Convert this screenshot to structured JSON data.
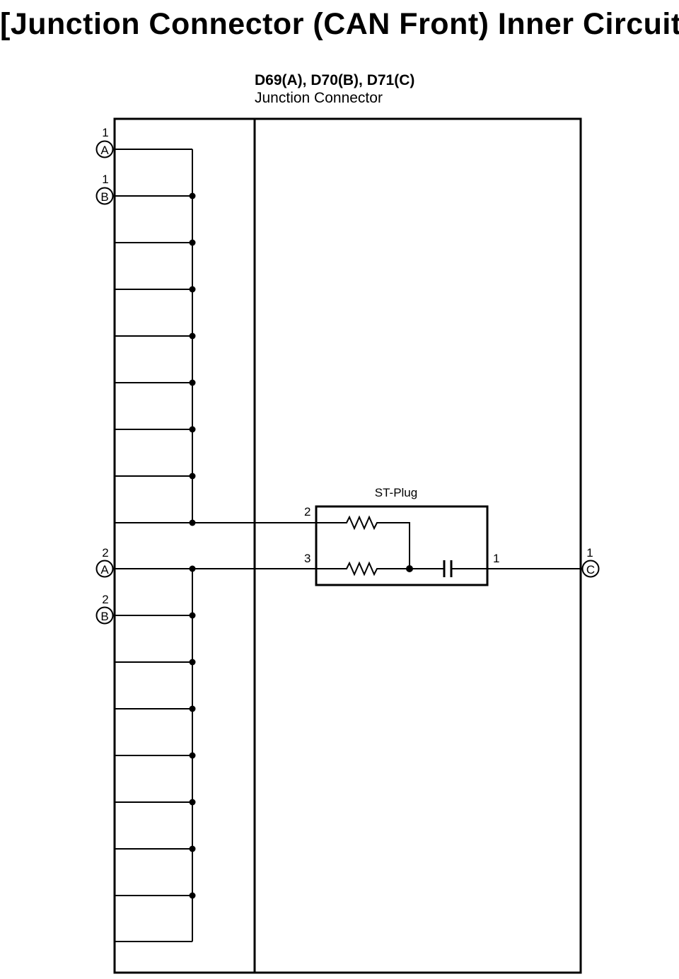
{
  "title": "[Junction Connector (CAN Front) Inner Circuit]",
  "connector": {
    "code_line": "D69(A), D70(B), D71(C)",
    "name_line": "Junction Connector"
  },
  "plug": {
    "name": "ST-Plug",
    "pins": [
      "2",
      "3",
      "1"
    ]
  },
  "terminals": [
    {
      "letter": "A",
      "pin": "1"
    },
    {
      "letter": "B",
      "pin": "1"
    },
    {
      "letter": "A",
      "pin": "2"
    },
    {
      "letter": "B",
      "pin": "2"
    },
    {
      "letter": "C",
      "pin": "1"
    }
  ],
  "colors": {
    "line": "#000000",
    "background": "#ffffff"
  }
}
